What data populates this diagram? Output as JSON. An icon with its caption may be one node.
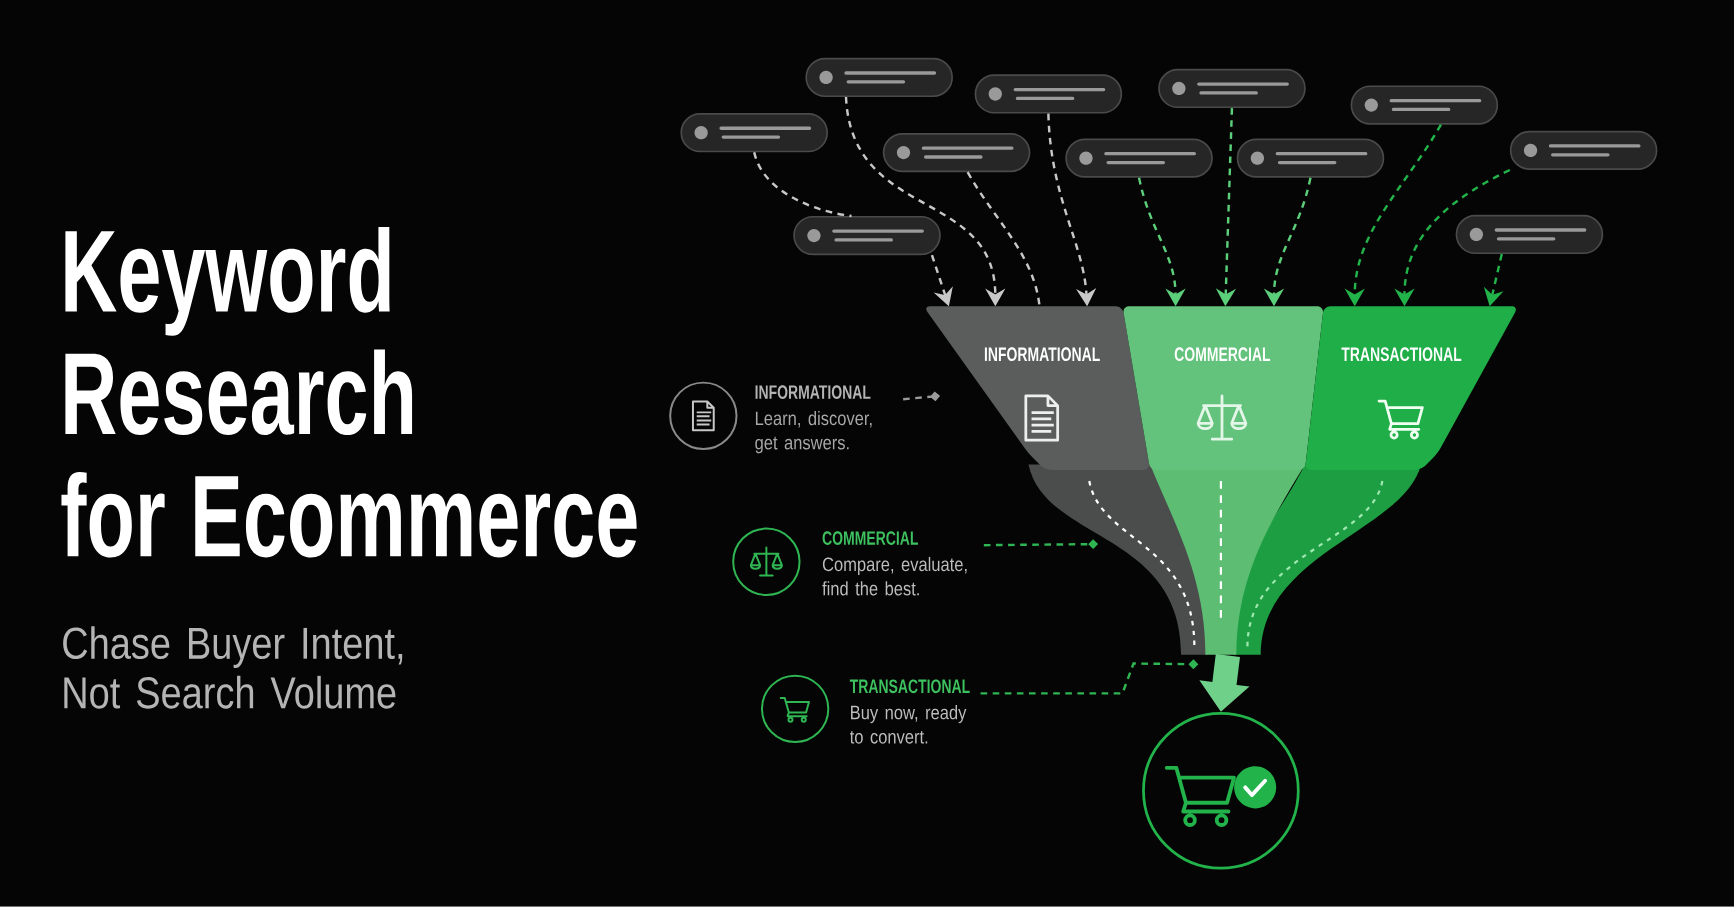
{
  "diagram": {
    "title": "Keyword Research for Ecommerce",
    "nodes": [
      {
        "text": [
          "INFORMATIONAL"
        ]
      },
      {
        "text": [
          "COMMERCIAL"
        ]
      },
      {
        "text": [
          "TRANSACTIONAL"
        ]
      },
      {
        "text": [
          "INFORMATIONAL",
          "Learn, discover, get answers."
        ]
      },
      {
        "text": [
          "COMMERCIAL",
          "Compare, evaluate, find the best."
        ]
      },
      {
        "text": [
          "TRANSACTIONAL",
          "Buy now, ready to convert."
        ]
      },
      {
        "text": [],
        "shape": "box"
      },
      {
        "text": [],
        "shape": "box"
      },
      {
        "text": [],
        "shape": "box"
      },
      {
        "text": [],
        "shape": "box"
      },
      {
        "text": [],
        "shape": "box"
      },
      {
        "text": [],
        "shape": "box"
      },
      {
        "text": [],
        "shape": "box"
      },
      {
        "text": [],
        "shape": "box"
      },
      {
        "text": [],
        "shape": "box"
      },
      {
        "text": [],
        "shape": "box"
      },
      {
        "text": [],
        "shape": "box"
      },
      {
        "text": [],
        "shape": "circle"
      },
      {
        "text": [],
        "shape": "band"
      },
      {
        "text": [],
        "shape": "band"
      },
      {
        "text": [],
        "shape": "band"
      }
    ],
    "edges": [
      {
        "from": 6,
        "to": 7,
        "arrow": "none",
        "style": "dashed",
        "color": "#c8c8c8"
      },
      {
        "from": 7,
        "to": 0,
        "arrow": "to",
        "style": "dashed",
        "color": "#c8c8c8"
      },
      {
        "from": 8,
        "to": 0,
        "arrow": "to",
        "style": "dashed",
        "color": "#c8c8c8"
      },
      {
        "from": 9,
        "to": 0,
        "arrow": "none",
        "style": "dashed",
        "color": "#c8c8c8"
      },
      {
        "from": 10,
        "to": 0,
        "arrow": "to",
        "style": "dashed",
        "color": "#c8c8c8"
      },
      {
        "from": 11,
        "to": 1,
        "arrow": "to",
        "style": "dashed",
        "color": "#5ccf7a"
      },
      {
        "from": 12,
        "to": 1,
        "arrow": "to",
        "style": "dashed",
        "color": "#5ccf7a"
      },
      {
        "from": 13,
        "to": 1,
        "arrow": "to",
        "style": "dashed",
        "color": "#5ccf7a"
      },
      {
        "from": 14,
        "to": 2,
        "arrow": "to",
        "style": "dashed",
        "color": "#22b34a"
      },
      {
        "from": 16,
        "to": 2,
        "arrow": "to",
        "style": "dashed",
        "color": "#22b34a"
      },
      {
        "from": 15,
        "to": 2,
        "arrow": "to",
        "style": "dashed",
        "color": "#22b34a"
      },
      {
        "from": 3,
        "to": 0,
        "arrow": "other",
        "style": "dashed",
        "color": "#9a9a9a"
      },
      {
        "from": 4,
        "to": 18,
        "arrow": "other",
        "style": "dashed",
        "color": "#2fb552"
      },
      {
        "from": 5,
        "to": 18,
        "arrow": "other",
        "style": "dashed",
        "color": "#2fb552"
      },
      {
        "from": 19,
        "to": 17,
        "arrow": "to",
        "style": "thick",
        "color": "#6fd08a"
      }
    ],
    "labels": [
      "Chase Buyer Intent, Not Search Volume"
    ]
  }
}
